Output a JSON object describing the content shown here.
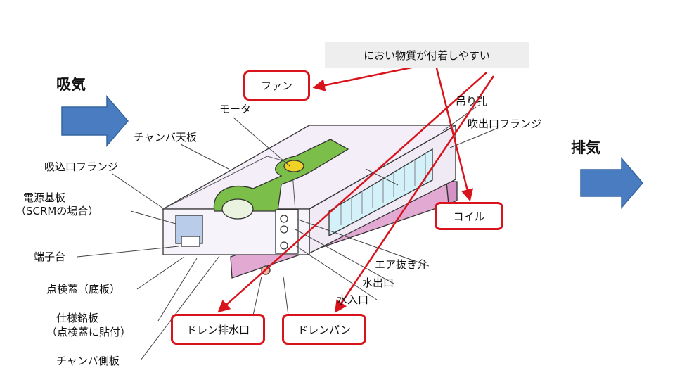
{
  "labels": {
    "intake": "吸気",
    "exhaust": "排気",
    "fan": "ファン",
    "motor": "モータ",
    "hanging_hole": "吊り孔",
    "outlet_flange": "吹出口フランジ",
    "chamber_top": "チャンバ天板",
    "inlet_flange": "吸込口フランジ",
    "power_board": "電源基板",
    "power_board_note": "（SCRMの場合）",
    "terminal_block": "端子台",
    "inspection_cover": "点検蓋（底板）",
    "nameplate": "仕様銘板",
    "nameplate_note": "（点検蓋に貼付）",
    "chamber_side": "チャンバ側板",
    "coil": "コイル",
    "air_vent": "エア抜き弁",
    "water_outlet": "水出口",
    "water_inlet": "水入口",
    "drain_outlet": "ドレン排水口",
    "drain_pan": "ドレンパン",
    "odor_callout": "におい物質が付着しやすい"
  },
  "colors": {
    "arrow_blue": "#4a7cc2",
    "highlight_red": "#d8131b",
    "fan_green": "#7bbf4a",
    "coil_cyan": "#d4f1fa",
    "drain_pink": "#e2a9d3",
    "board_blue": "#b9cdea",
    "body_lavender": "#f4eef8"
  }
}
